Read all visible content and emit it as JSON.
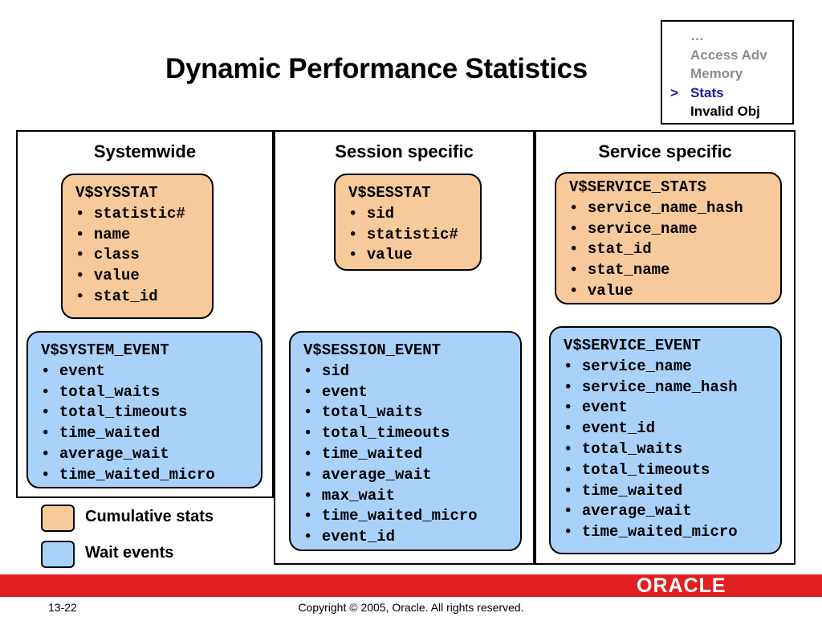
{
  "title": "Dynamic Performance Statistics",
  "nav": [
    {
      "marker": "",
      "text": "…",
      "state": "dim"
    },
    {
      "marker": "",
      "text": "Access Adv",
      "state": "dim"
    },
    {
      "marker": "",
      "text": "Memory",
      "state": "dim"
    },
    {
      "marker": ">",
      "text": "Stats",
      "state": "active"
    },
    {
      "marker": "",
      "text": "Invalid Obj",
      "state": "normal"
    }
  ],
  "panels": {
    "systemwide": {
      "heading": "Systemwide",
      "stat_view": {
        "name": "V$SYSSTAT",
        "columns": [
          "statistic#",
          "name",
          "class",
          "value",
          "stat_id"
        ]
      },
      "event_view": {
        "name": "V$SYSTEM_EVENT",
        "columns": [
          "event",
          "total_waits",
          "total_timeouts",
          "time_waited",
          "average_wait",
          "time_waited_micro"
        ]
      }
    },
    "session": {
      "heading": "Session specific",
      "stat_view": {
        "name": "V$SESSTAT",
        "columns": [
          "sid",
          "statistic#",
          "value"
        ]
      },
      "event_view": {
        "name": "V$SESSION_EVENT",
        "columns": [
          "sid",
          "event",
          "total_waits",
          "total_timeouts",
          "time_waited",
          "average_wait",
          "max_wait",
          "time_waited_micro",
          "event_id"
        ]
      }
    },
    "service": {
      "heading": "Service specific",
      "stat_view": {
        "name": "V$SERVICE_STATS",
        "columns": [
          "service_name_hash",
          "service_name",
          "stat_id",
          "stat_name",
          "value"
        ]
      },
      "event_view": {
        "name": "V$SERVICE_EVENT",
        "columns": [
          "service_name",
          "service_name_hash",
          "event",
          "event_id",
          "total_waits",
          "total_timeouts",
          "time_waited",
          "average_wait",
          "time_waited_micro"
        ]
      }
    }
  },
  "legend": [
    {
      "label": "Cumulative stats",
      "color": "#f8c99a"
    },
    {
      "label": "Wait events",
      "color": "#a9d2fb"
    }
  ],
  "footer": {
    "page": "13-22",
    "copyright": "Copyright © 2005, Oracle.  All rights reserved.",
    "logo_text": "ORACLE",
    "bar_color": "#e02020"
  }
}
